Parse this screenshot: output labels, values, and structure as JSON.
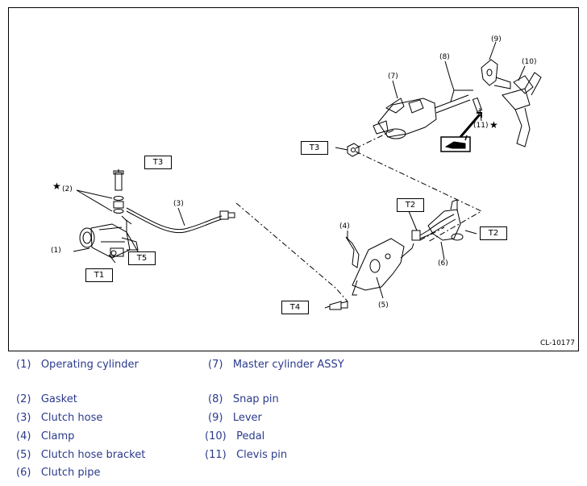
{
  "figure": {
    "id": "CL-10177",
    "callouts": {
      "c1": "(1)",
      "c2": "(2)",
      "c3": "(3)",
      "c4": "(4)",
      "c5": "(5)",
      "c6": "(6)",
      "c7": "(7)",
      "c8": "(8)",
      "c9": "(9)",
      "c10": "(10)",
      "c11": "(11)"
    },
    "torque_labels": {
      "t1": "T1",
      "t2a": "T2",
      "t2b": "T2",
      "t3a": "T3",
      "t3b": "T3",
      "t4": "T4",
      "t5": "T5"
    },
    "star": "★"
  },
  "legend": [
    {
      "num": "(1)",
      "name": "Operating cylinder"
    },
    {
      "num": "(7)",
      "name": "Master cylinder ASSY"
    },
    {
      "num": "(2)",
      "name": "Gasket"
    },
    {
      "num": "(8)",
      "name": "Snap pin"
    },
    {
      "num": "(3)",
      "name": "Clutch hose"
    },
    {
      "num": "(9)",
      "name": "Lever"
    },
    {
      "num": "(4)",
      "name": "Clamp"
    },
    {
      "num": "(10)",
      "name": "Pedal"
    },
    {
      "num": "(5)",
      "name": "Clutch hose bracket"
    },
    {
      "num": "(11)",
      "name": "Clevis pin"
    },
    {
      "num": "(6)",
      "name": "Clutch pipe"
    }
  ]
}
